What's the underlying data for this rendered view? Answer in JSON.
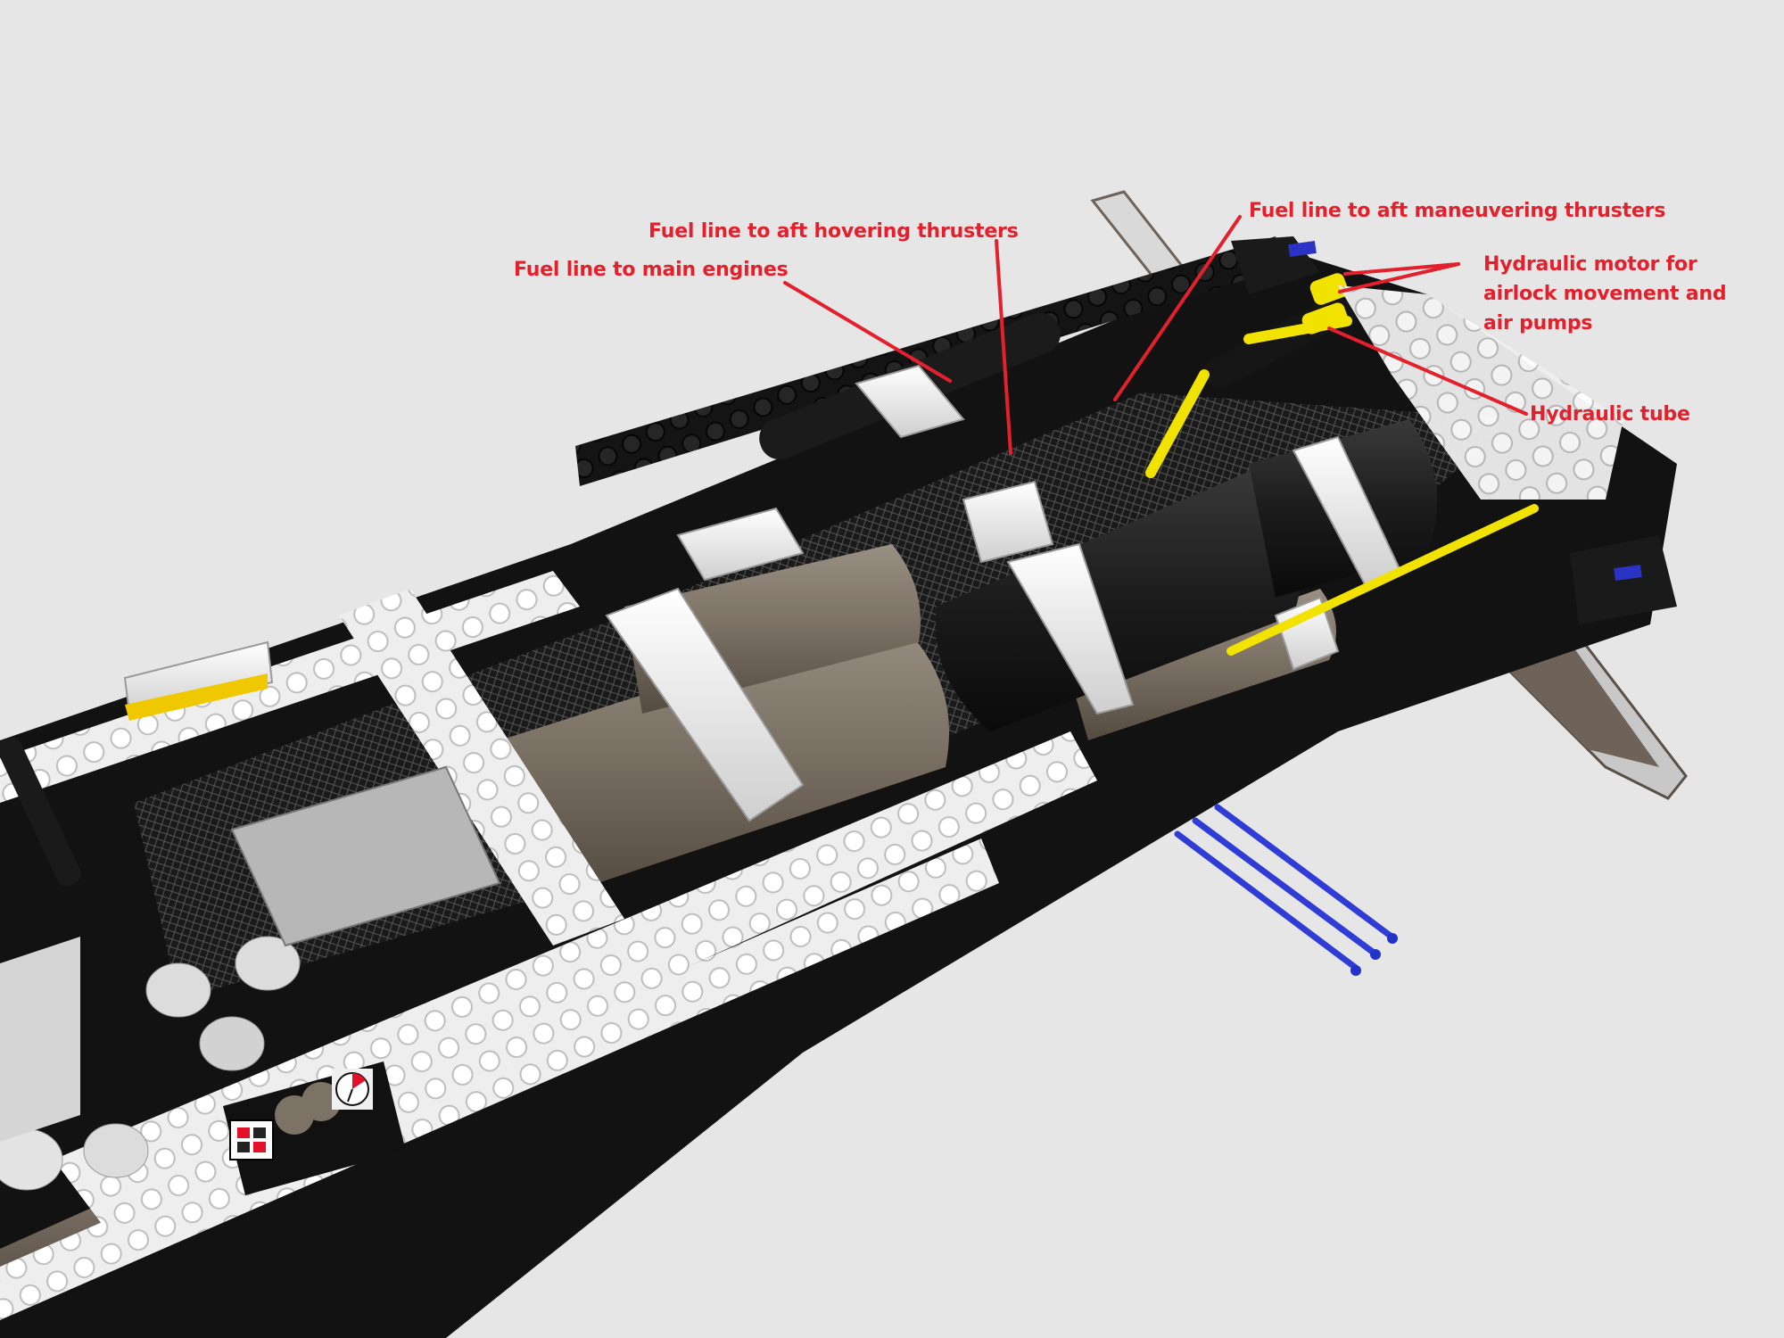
{
  "image": {
    "description": "Annotated 3D render of a LEGO spaceship hull section showing internal fuel and hydraulic systems",
    "background": "#e6e6e6",
    "annotation_color": "#e3202c"
  },
  "annotations": [
    {
      "id": "main-engines",
      "text": "Fuel line to main engines"
    },
    {
      "id": "aft-hovering",
      "text": "Fuel line to aft hovering thrusters"
    },
    {
      "id": "aft-maneuvering",
      "text": "Fuel line to aft maneuvering thrusters"
    },
    {
      "id": "hydraulic-motor",
      "lines": [
        "Hydraulic motor for",
        "airlock movement and",
        "air pumps"
      ]
    },
    {
      "id": "hydraulic-tube",
      "text": "Hydraulic tube"
    }
  ],
  "colors": {
    "hull_black": "#151515",
    "plate_white": "#f2f2f2",
    "plate_gray": "#a9a9a9",
    "tank_black": "#1f1f1f",
    "tank_tan": "#7d7266",
    "hydraulic_yellow": "#f2e200",
    "rod_blue": "#2f3dd6",
    "dial_red": "#e3102a"
  }
}
